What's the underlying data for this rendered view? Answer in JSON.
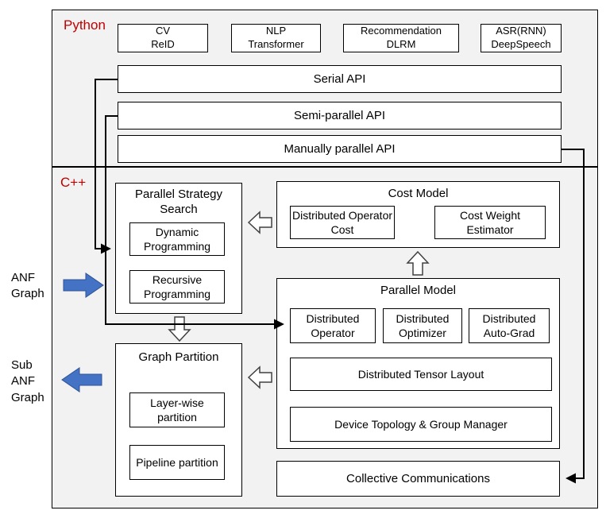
{
  "colors": {
    "section_label_red": "#c00000",
    "arrow_blue": "#4472c4",
    "arrow_blue_border": "#2f5496",
    "section_background": "#f2f2f2",
    "box_border": "#000000"
  },
  "python_section": {
    "label": "Python",
    "app_boxes": [
      "CV\nReID",
      "NLP\nTransformer",
      "Recommendation\nDLRM",
      "ASR(RNN)\nDeepSpeech"
    ],
    "api_bars": [
      "Serial API",
      "Semi-parallel API",
      "Manually parallel API"
    ]
  },
  "cpp_section": {
    "label": "C++",
    "parallel_strategy_search": {
      "title": "Parallel Strategy Search",
      "items": [
        "Dynamic Programming",
        "Recursive Programming"
      ]
    },
    "cost_model": {
      "title": "Cost Model",
      "items": [
        "Distributed Operator Cost",
        "Cost Weight Estimator"
      ]
    },
    "parallel_model": {
      "title": "Parallel Model",
      "components": [
        "Distributed Operator",
        "Distributed Optimizer",
        "Distributed Auto-Grad"
      ],
      "layers": [
        "Distributed Tensor Layout",
        "Device Topology & Group Manager"
      ]
    },
    "graph_partition": {
      "title": "Graph Partition",
      "items": [
        "Layer-wise partition",
        "Pipeline partition"
      ]
    },
    "collective_communications": "Collective Communications"
  },
  "side_labels": {
    "anf_graph": "ANF\nGraph",
    "sub_anf_graph": "Sub\nANF\nGraph"
  }
}
